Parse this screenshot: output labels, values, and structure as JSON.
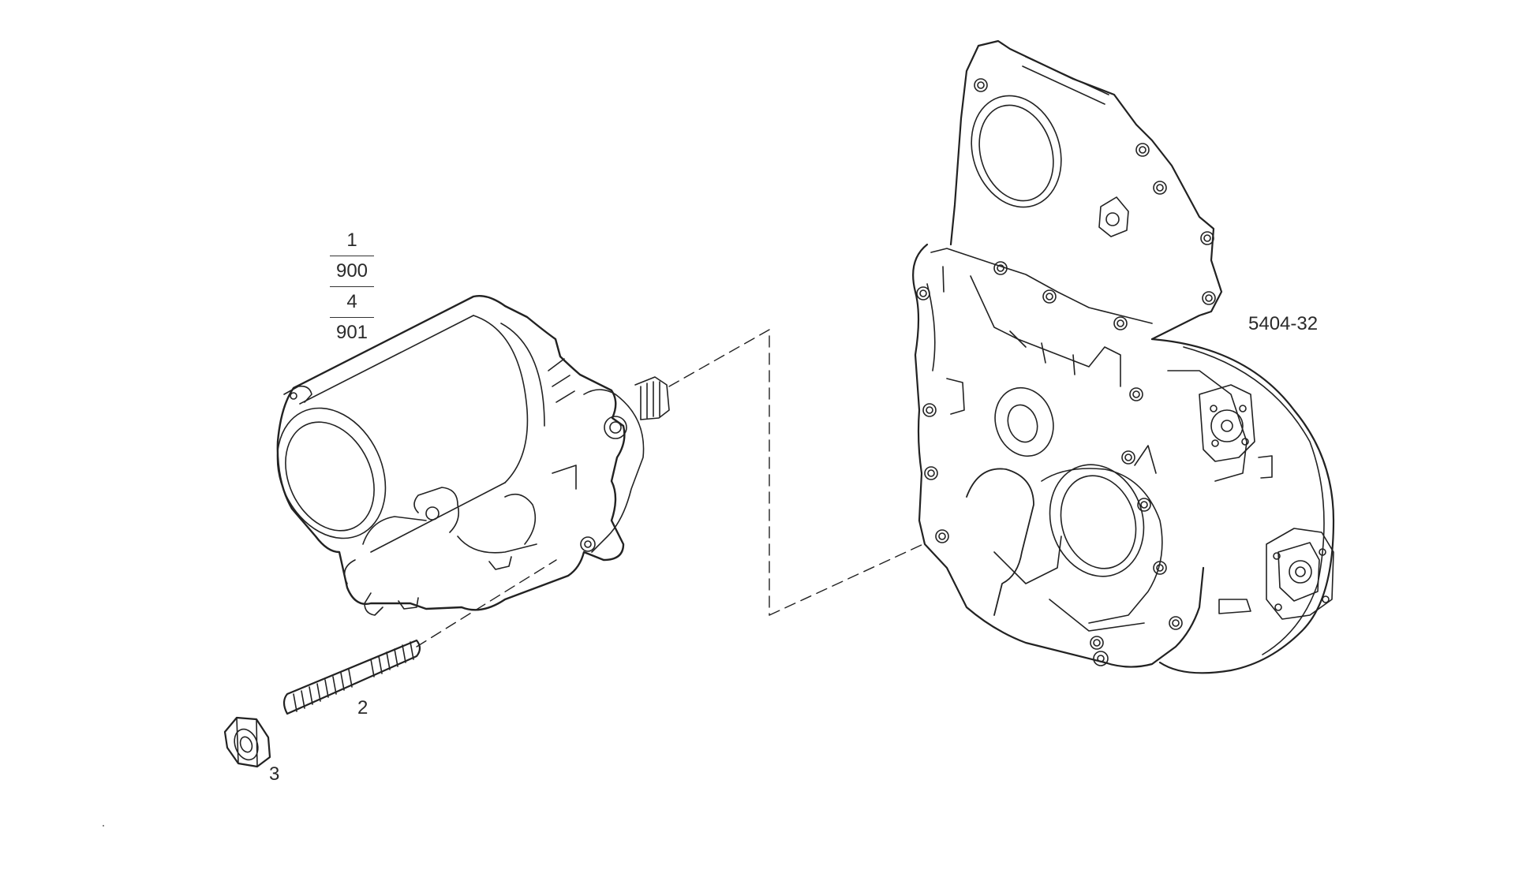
{
  "diagram": {
    "reference_code": "5404-32",
    "callouts": {
      "part_1": {
        "numerator": "1",
        "denominator": "900"
      },
      "part_4": {
        "numerator": "4",
        "denominator": "901"
      },
      "part_2": "2",
      "part_3": "3"
    },
    "line_color": "#222222",
    "background": "#ffffff"
  }
}
